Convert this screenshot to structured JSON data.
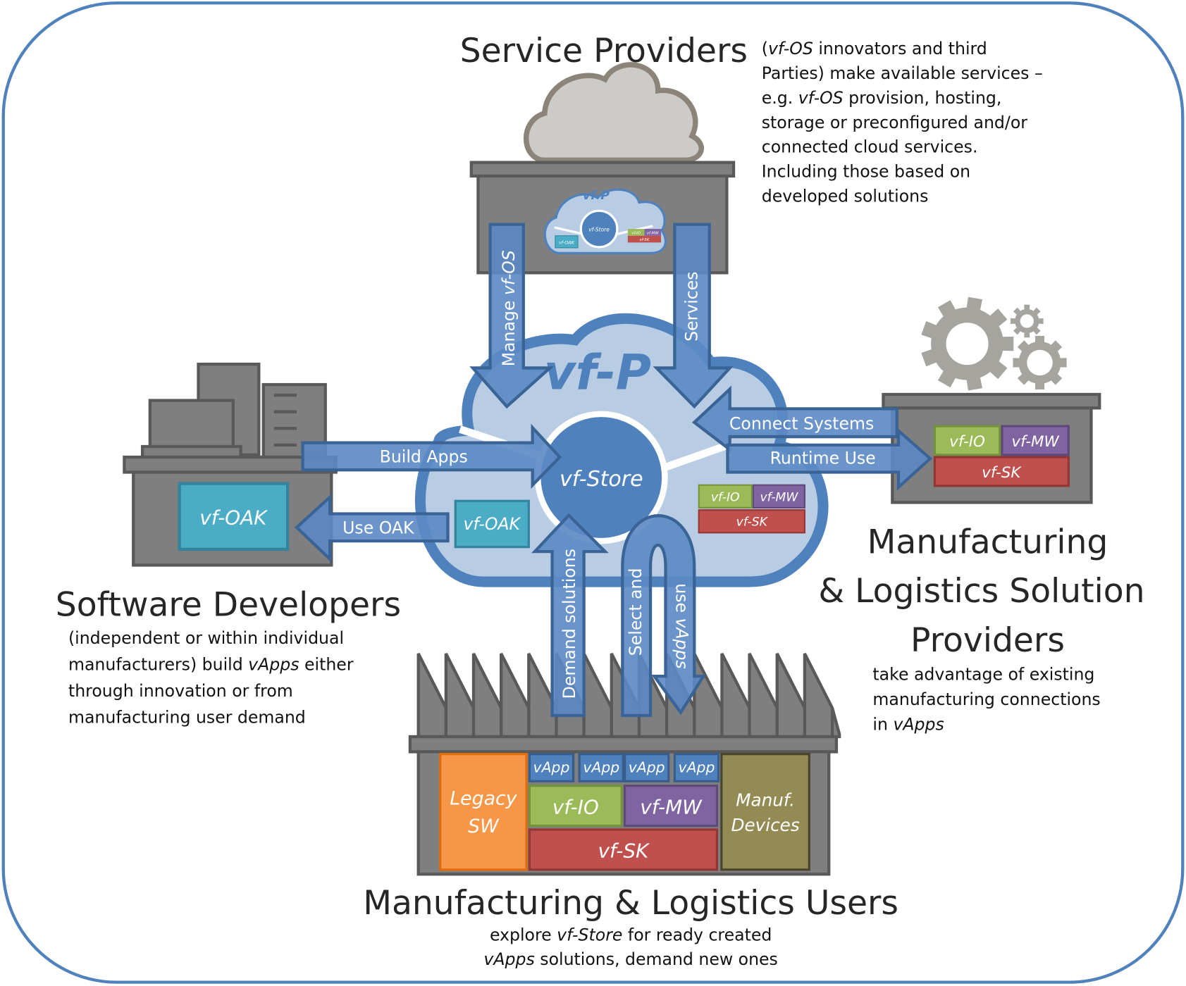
{
  "colors": {
    "border": "#4f81bd",
    "arrow_fill": "#5b8ac4",
    "arrow_stroke": "#3a6496",
    "cloud_fill": "#b8cde4",
    "cloud_stroke": "#4f81bd",
    "store_fill": "#4f81bd",
    "gray_box": "#7f7f7f",
    "gray_stroke": "#595959",
    "gray_cloud": "#cdcbc7",
    "gray_cloud_stroke": "#8c8479",
    "gear": "#a6a49e",
    "oak": "#4bacc6",
    "io": "#9bbb59",
    "mw": "#8064a2",
    "sk": "#c0504d",
    "legacy": "#f79646",
    "devices": "#948a54",
    "vapp": "#4f81bd"
  },
  "service_providers": {
    "title": "Service Providers",
    "desc": [
      [
        {
          "t": "(",
          "i": false
        },
        {
          "t": "vf-OS",
          "i": true
        },
        {
          "t": " innovators and third",
          "i": false
        }
      ],
      [
        {
          "t": "Parties) make available services –",
          "i": false
        }
      ],
      [
        {
          "t": "e.g. ",
          "i": false
        },
        {
          "t": "vf-OS",
          "i": true
        },
        {
          "t": " provision, hosting,",
          "i": false
        }
      ],
      [
        {
          "t": "storage or preconfigured and/or",
          "i": false
        }
      ],
      [
        {
          "t": "connected cloud services.",
          "i": false
        }
      ],
      [
        {
          "t": "Including those based on",
          "i": false
        }
      ],
      [
        {
          "t": "developed solutions",
          "i": false
        }
      ]
    ],
    "mini_cloud": {
      "title": "vf-P",
      "store": "vf-Store",
      "oak": "vf-OAK",
      "io": "vf-IO",
      "mw": "vf-MW",
      "sk": "vf-SK"
    }
  },
  "platform": {
    "title": "vf-P",
    "store": "vf-Store",
    "oak": "vf-OAK",
    "io": "vf-IO",
    "mw": "vf-MW",
    "sk": "vf-SK"
  },
  "arrows": {
    "manage": {
      "pre": "Manage ",
      "it": "vf-OS"
    },
    "services": "Services",
    "build_apps": "Build Apps",
    "use_oak": "Use OAK",
    "connect_systems": "Connect Systems",
    "runtime_use": "Runtime Use",
    "demand_solutions": "Demand solutions",
    "select_and": "Select and",
    "use_vapps": {
      "pre": "use ",
      "it": "vApps"
    }
  },
  "software_developers": {
    "title": "Software Developers",
    "box_label": "vf-OAK",
    "desc": [
      [
        {
          "t": "(independent or within individual",
          "i": false
        }
      ],
      [
        {
          "t": "manufacturers) build ",
          "i": false
        },
        {
          "t": "vApps",
          "i": true
        },
        {
          "t": " either",
          "i": false
        }
      ],
      [
        {
          "t": "through innovation or from",
          "i": false
        }
      ],
      [
        {
          "t": "manufacturing user demand",
          "i": false
        }
      ]
    ]
  },
  "solution_providers": {
    "title_lines": [
      "Manufacturing",
      "& Logistics Solution",
      "Providers"
    ],
    "io": "vf-IO",
    "mw": "vf-MW",
    "sk": "vf-SK",
    "desc": [
      [
        {
          "t": "take advantage of existing",
          "i": false
        }
      ],
      [
        {
          "t": "manufacturing connections",
          "i": false
        }
      ],
      [
        {
          "t": "in ",
          "i": false
        },
        {
          "t": "vApps",
          "i": true
        }
      ]
    ]
  },
  "users": {
    "title": "Manufacturing & Logistics Users",
    "legacy": [
      "Legacy",
      "SW"
    ],
    "vapps": [
      "vApp",
      "vApp",
      "vApp",
      "vApp"
    ],
    "io": "vf-IO",
    "mw": "vf-MW",
    "sk": "vf-SK",
    "devices": [
      "Manuf.",
      "Devices"
    ],
    "desc": [
      [
        {
          "t": "explore ",
          "i": false
        },
        {
          "t": "vf-Store",
          "i": true
        },
        {
          "t": " for ready created",
          "i": false
        }
      ],
      [
        {
          "t": "vApps",
          "i": true
        },
        {
          "t": " solutions, demand new ones",
          "i": false
        }
      ]
    ]
  }
}
